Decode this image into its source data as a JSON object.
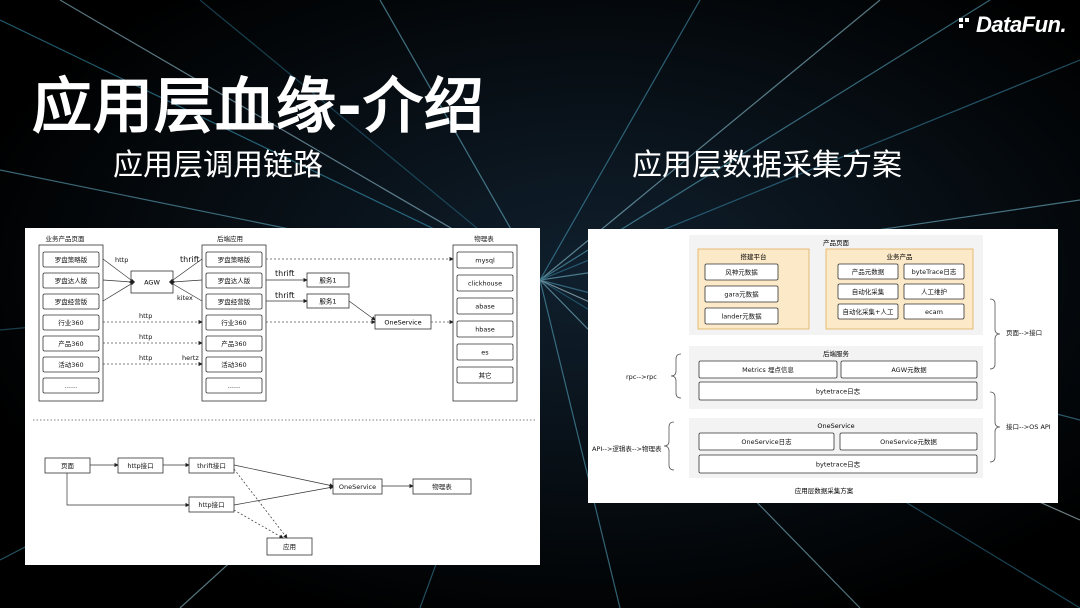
{
  "logo": {
    "text": "DataFun."
  },
  "slide": {
    "title": "应用层血缘-介绍",
    "left_subtitle": "应用层调用链路",
    "right_subtitle": "应用层数据采集方案"
  },
  "left_diagram": {
    "col_headers": [
      "业务产品页面",
      "后端应用",
      "物理表"
    ],
    "products": [
      "罗盘策略版",
      "罗盘达人版",
      "罗盘经营版",
      "行业360",
      "产品360",
      "活动360",
      "......"
    ],
    "backends": [
      "罗盘策略版",
      "罗盘达人版",
      "罗盘经营版",
      "行业360",
      "产品360",
      "活动360",
      "......"
    ],
    "tables": [
      "mysql",
      "clickhouse",
      "abase",
      "hbase",
      "es",
      "其它"
    ],
    "agw": "AGW",
    "services": [
      "服务1",
      "服务1"
    ],
    "oneservice": "OneService",
    "edge_labels": {
      "http": "http",
      "thrift": "thrift",
      "kitex": "kitex",
      "hertz": "hertz"
    },
    "flow": {
      "page": "页面",
      "http_iface1": "http接口",
      "thrift_iface": "thrift接口",
      "http_iface2": "http接口",
      "oneservice": "OneService",
      "phys_table": "物理表",
      "app": "应用"
    }
  },
  "right_diagram": {
    "product_page": "产品页面",
    "build_platform": "搭建平台",
    "build_items": [
      "风神元数据",
      "gara元数据",
      "lander元数据"
    ],
    "biz_product": "业务产品",
    "biz_items": [
      "产品元数据",
      "byteTrace日志",
      "自动化采集",
      "人工维护",
      "自动化采集+人工",
      "ecam"
    ],
    "backend_service": "后端服务",
    "backend_items": [
      "Metrics 埋点信息",
      "AGW元数据",
      "bytetrace日志"
    ],
    "oneservice": "OneService",
    "os_items": [
      "OneService日志",
      "OneService元数据",
      "bytetrace日志"
    ],
    "side_labels": {
      "page_iface": "页面-->接口",
      "rpc": "rpc-->rpc",
      "iface_os": "接口-->OS API",
      "api_chain": "API-->逻辑表-->物理表"
    },
    "caption": "应用层数据采集方案"
  }
}
